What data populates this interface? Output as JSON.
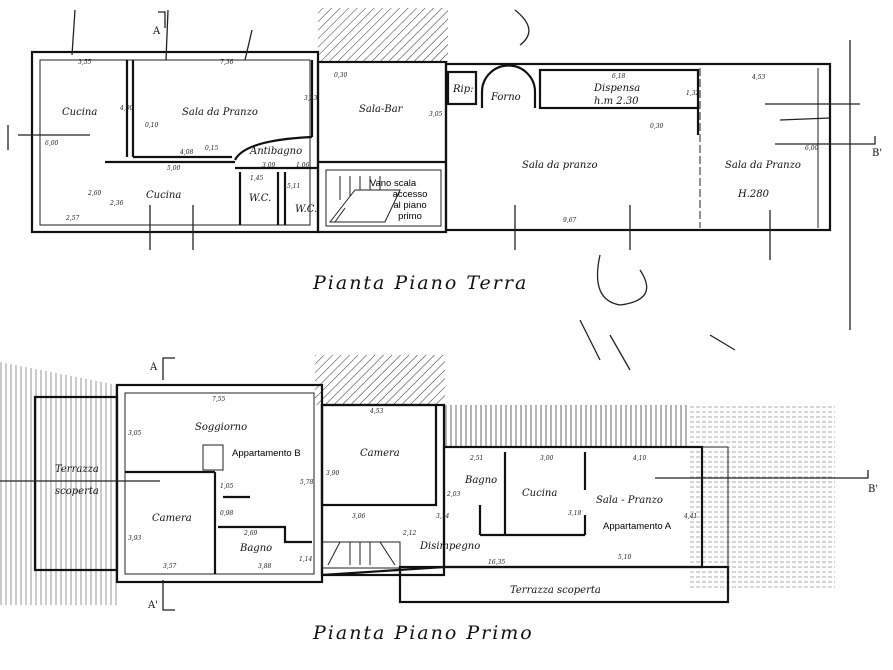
{
  "ground_floor": {
    "title": "Pianta Piano Terra",
    "rooms": [
      "Cucina",
      "Sala da Pranzo",
      "Sala-Bar",
      "Antibagno",
      "Cucina",
      "W.C.",
      "W.C.",
      "Rip:",
      "Forno",
      "Dispensa",
      "h.m 2.30",
      "Sala da pranzo",
      "Sala da Pranzo"
    ],
    "stair_note": [
      "Vano scala",
      "accesso",
      "al piano",
      "primo"
    ],
    "handwritten": "H.280",
    "dimensions": [
      "3,55",
      "7,36",
      "0,30",
      "4,00",
      "0,10",
      "3,23",
      "3,05",
      "4,08",
      "0,15",
      "5,00",
      "1,45",
      "3,09",
      "1,06",
      "2,60",
      "2,36",
      "2,57",
      "6,00",
      "5,11",
      "6,18",
      "1,32",
      "0,30",
      "9,67",
      "4,53",
      "6,00"
    ],
    "markers": [
      "A",
      "B'"
    ]
  },
  "first_floor": {
    "title": "Pianta Piano Primo",
    "rooms": [
      "Soggiorno",
      "Camera",
      "Bagno",
      "Camera",
      "Disimpegno",
      "Bagno",
      "Cucina",
      "Sala - Pranzo",
      "Terrazza",
      "scoperta",
      "Terrazza scoperta"
    ],
    "apartments": [
      "Appartamento B",
      "Appartamento A"
    ],
    "dimensions": [
      "7,55",
      "3,05",
      "5,78",
      "1,05",
      "0,98",
      "2,69",
      "3,93",
      "3,57",
      "3,88",
      "1,14",
      "4,53",
      "3,90",
      "3,06",
      "3,14",
      "2,12",
      "16,35",
      "2,51",
      "3,00",
      "4,10",
      "2,03",
      "3,18",
      "4,41",
      "5,10"
    ],
    "markers": [
      "A",
      "A'",
      "B'"
    ]
  }
}
